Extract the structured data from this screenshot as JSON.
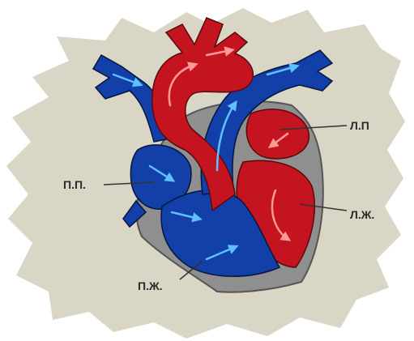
{
  "labels": {
    "left_atrium": "Л.П",
    "right_atrium": "П.П.",
    "left_ventricle": "Л.Ж.",
    "right_ventricle": "П.Ж."
  },
  "colors": {
    "background_blob": "#d9d6c6",
    "arterial": "#c4141f",
    "venous": "#123fa8",
    "flow_arrow_blue": "#4fb6ff",
    "flow_arrow_red": "#ff8a8a",
    "wall": "#8f8f8f"
  }
}
